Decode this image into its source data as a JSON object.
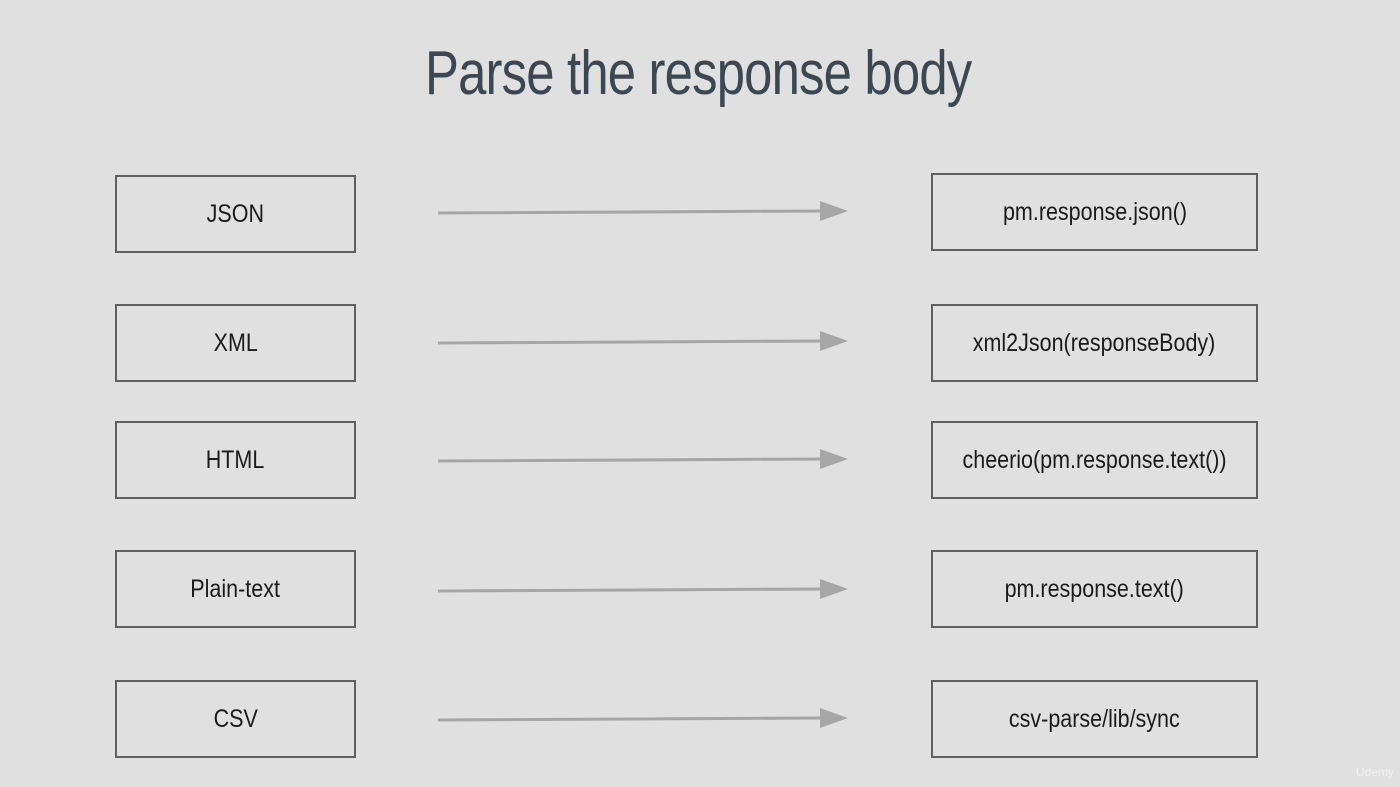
{
  "title": "Parse the response body",
  "rows": [
    {
      "input": "JSON",
      "method": "pm.response.json()"
    },
    {
      "input": "XML",
      "method": "xml2Json(responseBody)"
    },
    {
      "input": "HTML",
      "method": "cheerio(pm.response.text())"
    },
    {
      "input": "Plain-text",
      "method": "pm.response.text()"
    },
    {
      "input": "CSV",
      "method": "csv-parse/lib/sync"
    }
  ],
  "watermark": "Udemy",
  "colors": {
    "background": "#e1e0e1",
    "title": "#3d4752",
    "box_border": "#5f5f5f",
    "arrow": "#a6a6a6"
  }
}
